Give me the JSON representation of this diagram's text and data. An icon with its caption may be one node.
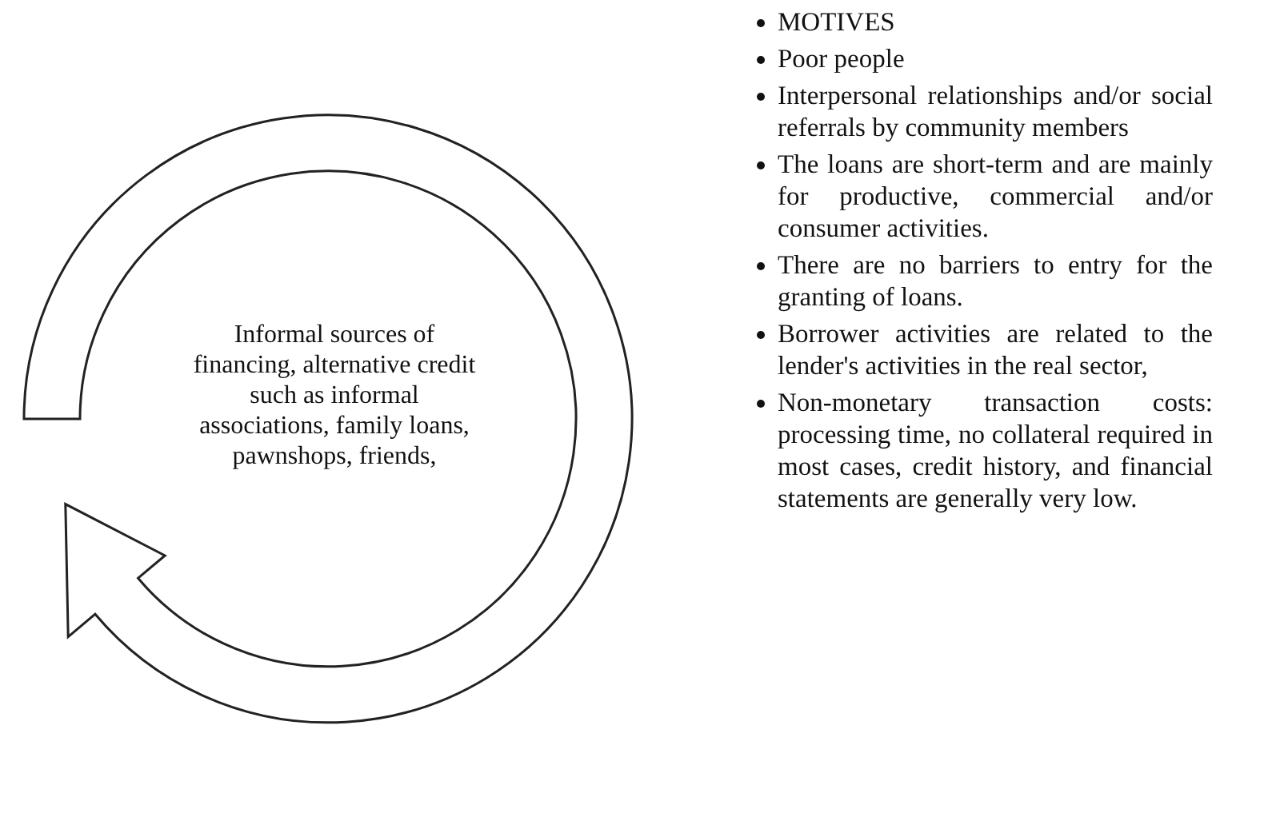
{
  "diagram": {
    "nodes": [
      {
        "text": [
          "Informal sources of financing, alternative credit such as informal associations, family loans, pawnshops, friends,"
        ]
      }
    ],
    "labels": [
      "MOTIVES",
      "Poor people",
      "Interpersonal relationships and/or social referrals by community members",
      "The loans are short-term and are mainly for productive, commercial and/or consumer activities.",
      "There are no barriers to entry for the granting of loans.",
      "Borrower activities are related to the lender's activities in the real sector,",
      "Non-monetary transaction costs: processing time, no collateral required in most cases, credit history, and financial statements are generally very low."
    ]
  }
}
